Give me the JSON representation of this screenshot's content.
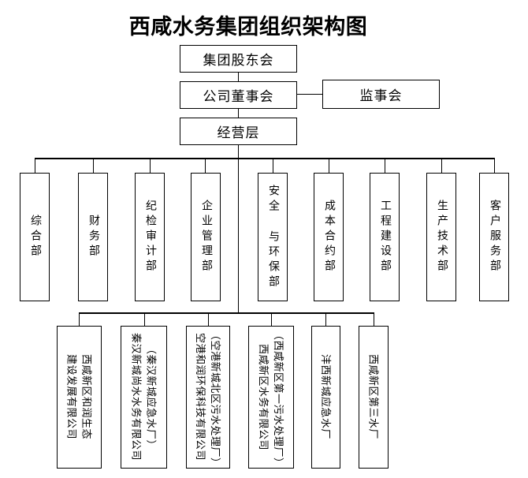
{
  "title": "西咸水务集团组织架构图",
  "hierarchy": {
    "shareholders": "集团股东会",
    "board": "公司董事会",
    "supervisory": "监事会",
    "management": "经营层"
  },
  "departments": [
    "综合部",
    "财务部",
    "纪检审计部",
    "企业管理部",
    "安全 与环保部",
    "成本合约部",
    "工程建设部",
    "生产技术部",
    "客户服务部"
  ],
  "subsidiaries": [
    {
      "lines": [
        "西咸新区和润生态",
        "建设发展有限公司"
      ]
    },
    {
      "lines": [
        "（秦汉新城应急水厂）",
        "秦汉新城尚水水务有限公司"
      ]
    },
    {
      "lines": [
        "（空港新城北区污水处理厂）",
        "空港和润环保科技有限公司"
      ]
    },
    {
      "lines": [
        "（西咸新区第一污水处理厂）",
        "西咸新区水务有限公司"
      ]
    },
    {
      "lines": [
        "沣西新城应急水厂"
      ]
    },
    {
      "lines": [
        "西咸新区第三水厂"
      ]
    }
  ],
  "colors": {
    "line": "#000000",
    "text": "#000000",
    "background": "#ffffff"
  }
}
